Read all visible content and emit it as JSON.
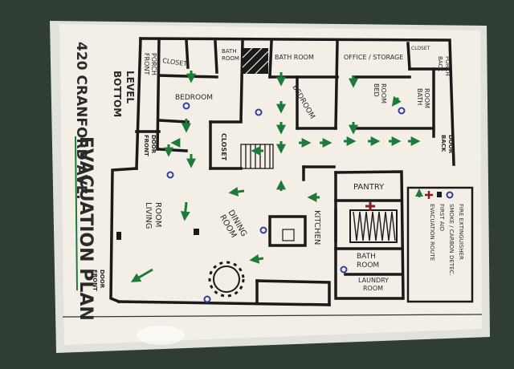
{
  "title": "EVACUATION PLAN",
  "address": "420 CRANFORD AVE.",
  "level": [
    "BOTTOM",
    "LEVEL"
  ],
  "rooms": {
    "front_porch_top": [
      "FRONT",
      "PORCH"
    ],
    "closet_top": "CLOSET",
    "bath_room_small": [
      "BATH",
      "ROOM"
    ],
    "bath_room_top": "BATH ROOM",
    "office_storage": "OFFICE / STORAGE",
    "closet_right": "CLOSET",
    "back_porch": [
      "BACK",
      "PORCH"
    ],
    "bedroom_left": "BEDROOM",
    "bedroom_mid": "BEDROOM",
    "bed_room_right": [
      "BED",
      "ROOM"
    ],
    "bath_room_right": [
      "BATH",
      "ROOM"
    ],
    "closet_mid": "CLOSET",
    "front_door_top": [
      "FRONT",
      "DOOR"
    ],
    "back_door": [
      "BACK",
      "DOOR"
    ],
    "living_room": [
      "LIVING",
      "ROOM"
    ],
    "dining_room": [
      "DINING",
      "ROOM"
    ],
    "kitchen": "KITCHEN",
    "pantry": "PANTRY",
    "bath_room_bottom": [
      "BATH",
      "ROOM"
    ],
    "laundry_room": [
      "LAUNDRY",
      "ROOM"
    ],
    "front_door_bottom": [
      "FRONT",
      "DOOR"
    ]
  },
  "legend": {
    "items": [
      {
        "label": "FIRE EXTINGUISHER",
        "color": "#2e3f9e"
      },
      {
        "label": "SMOKE / CARBON DETEC.",
        "color": "#1a1a1a"
      },
      {
        "label": "FIRST AID",
        "color": "#8a1c24"
      },
      {
        "label": "EVACUATION ROUTE",
        "color": "#1f7a3a"
      }
    ]
  },
  "colors": {
    "arrow": "#1f7a3a",
    "ink": "#1a1a1a",
    "extinguisher": "#2e3f9e",
    "first_aid": "#8a1c24",
    "paper": "#f3efe6",
    "mat": "#2f3d34"
  }
}
